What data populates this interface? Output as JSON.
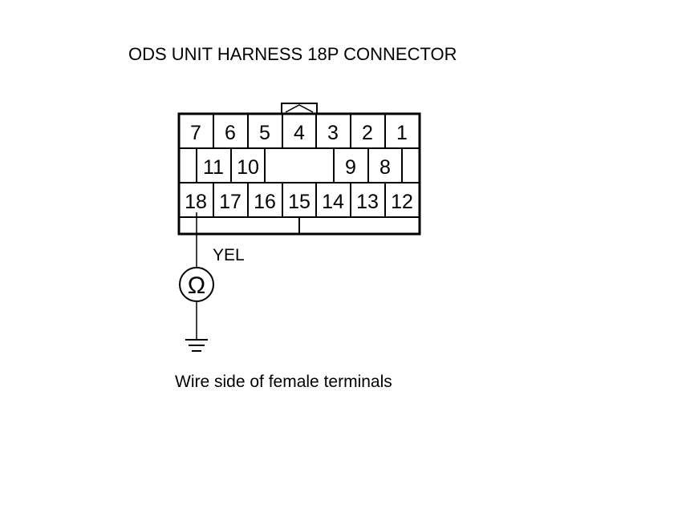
{
  "diagram": {
    "title": "ODS UNIT HARNESS 18P CONNECTOR",
    "caption": "Wire side of female terminals",
    "wire_color": "YEL",
    "meter_symbol": "Ω",
    "ground_icon": "ground-icon",
    "connector": {
      "row1": [
        "7",
        "6",
        "5",
        "4",
        "3",
        "2",
        "1"
      ],
      "row2": [
        "11",
        "10",
        "9",
        "8"
      ],
      "row3": [
        "18",
        "17",
        "16",
        "15",
        "14",
        "13",
        "12"
      ]
    }
  }
}
